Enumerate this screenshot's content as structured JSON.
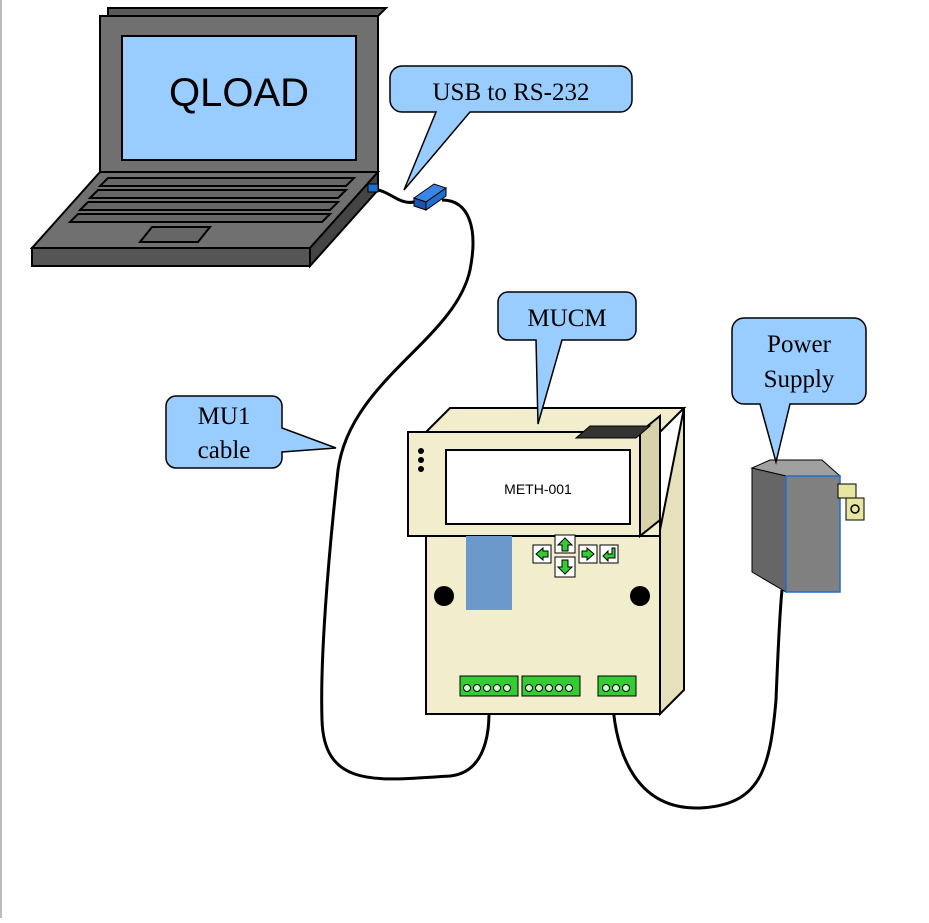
{
  "laptop": {
    "screen_text": "QLOAD"
  },
  "callouts": {
    "usb": "USB to RS-232",
    "mucm": "MUCM",
    "power_line1": "Power",
    "power_line2": "Supply",
    "cable_line1": "MU1",
    "cable_line2": "cable"
  },
  "device": {
    "display_text": "METH-001"
  },
  "colors": {
    "callout_fill": "#99ccff",
    "laptop_screen": "#99ccff",
    "laptop_body": "#666666",
    "device_body": "#f2edcc",
    "terminal_green": "#33cc33",
    "adapter_blue": "#1f6fd1",
    "power_supply": "#808080"
  }
}
